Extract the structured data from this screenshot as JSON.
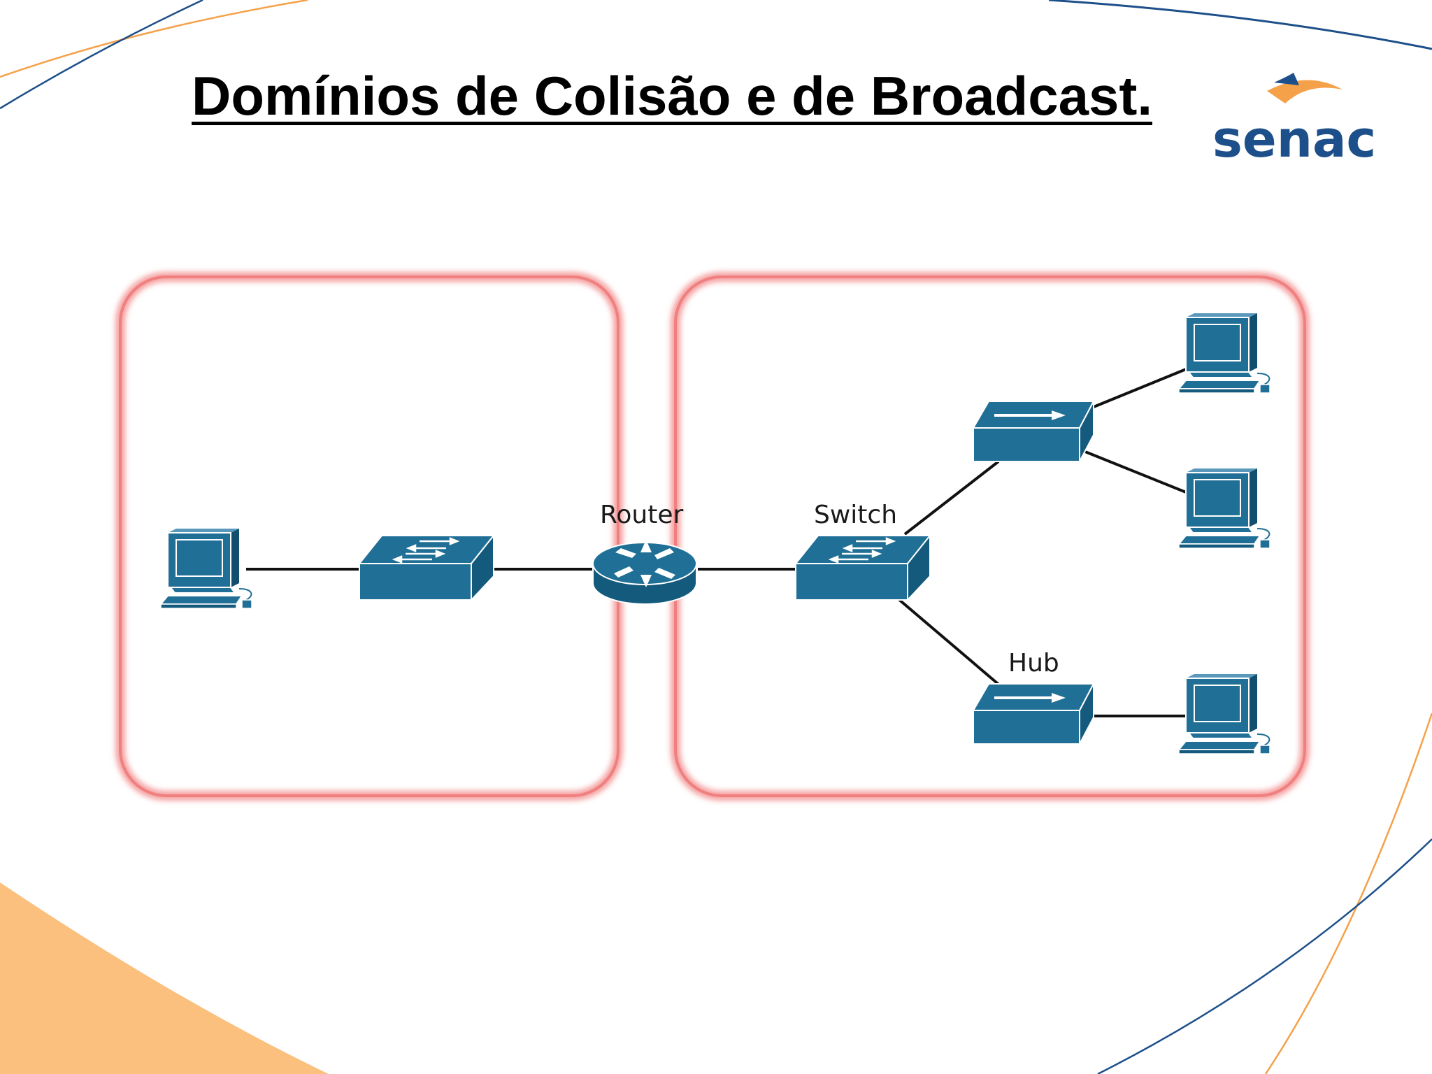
{
  "slide": {
    "title": "Domínios de Colisão e de Broadcast.",
    "logo_text": "senac"
  },
  "diagram": {
    "labels": {
      "router": "Router",
      "switch": "Switch",
      "hub": "Hub"
    }
  },
  "colors": {
    "device": "#1f6f96",
    "device_dark": "#135a7c",
    "domain_border": "#f08080",
    "brand_blue": "#1d4f8a",
    "brand_orange": "#f5a14a",
    "corner_orange": "#fbbf7e"
  }
}
